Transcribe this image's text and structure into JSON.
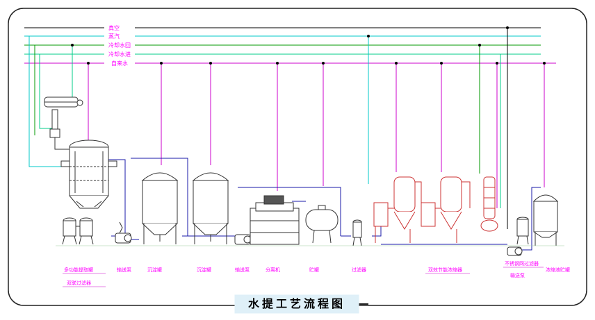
{
  "title": "水提工艺流程图",
  "pipelines": [
    {
      "label": "真空",
      "color": "#000000"
    },
    {
      "label": "蒸汽",
      "color": "#00c8c8"
    },
    {
      "label": "冷却水回",
      "color": "#009a00"
    },
    {
      "label": "冷却水进",
      "color": "#00cc88"
    },
    {
      "label": "自来水",
      "color": "#cc00cc"
    }
  ],
  "equipment_labels": [
    "多功能提取罐",
    "双联过滤器",
    "输送泵",
    "沉淀罐",
    "沉淀罐",
    "输送泵",
    "分离机",
    "贮罐",
    "过滤器",
    "双效节能浓缩器",
    "不锈钢网过滤器",
    "输送泵",
    "浓缩液贮罐"
  ],
  "colors": {
    "frame": "#222222",
    "equipment": "#333333",
    "process_line": "#1a1aa8",
    "title_bg": "#dff0f8",
    "tank_fill": "#ffffff"
  }
}
